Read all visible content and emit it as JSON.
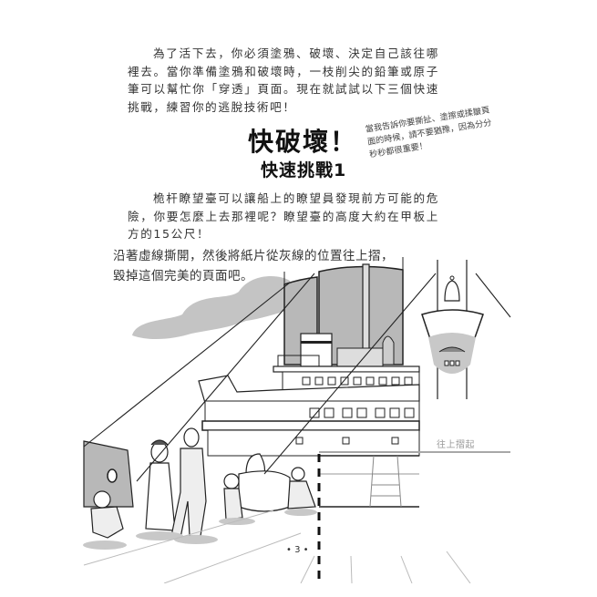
{
  "intro": {
    "paragraph": "為了活下去，你必須塗鴉、破壞、決定自己該往哪裡去。當你準備塗鴉和破壞時，一枝削尖的鉛筆或原子筆可以幫忙你「穿透」頁面。現在就試試以下三個快速挑戰，練習你的逃脫技術吧！"
  },
  "heading": {
    "title": "快破壞！",
    "subtitle": "快速挑戰1"
  },
  "side_note": {
    "text": "當我告訴你要撕扯、塗擦或揉皺頁面的時候，請不要猶豫，因為分分秒秒都很重要！"
  },
  "challenge": {
    "paragraph": "桅杆瞭望臺可以讓船上的瞭望員發現前方可能的危險，你要怎麼上去那裡呢？瞭望臺的高度大約在甲板上方的15公尺！"
  },
  "instruction": {
    "line1": "沿著虛線撕開，然後將紙片從灰線的位置往上摺，",
    "line2": "毀掉這個完美的頁面吧。"
  },
  "illustration": {
    "fold_label": "往上摺起",
    "colors": {
      "gray_fill": "#b8b8b8",
      "smoke": "#c4c4c4",
      "fold_line": "#a8a8a8",
      "ink": "#222222"
    }
  },
  "footer": {
    "page_number": "• 3 •"
  }
}
